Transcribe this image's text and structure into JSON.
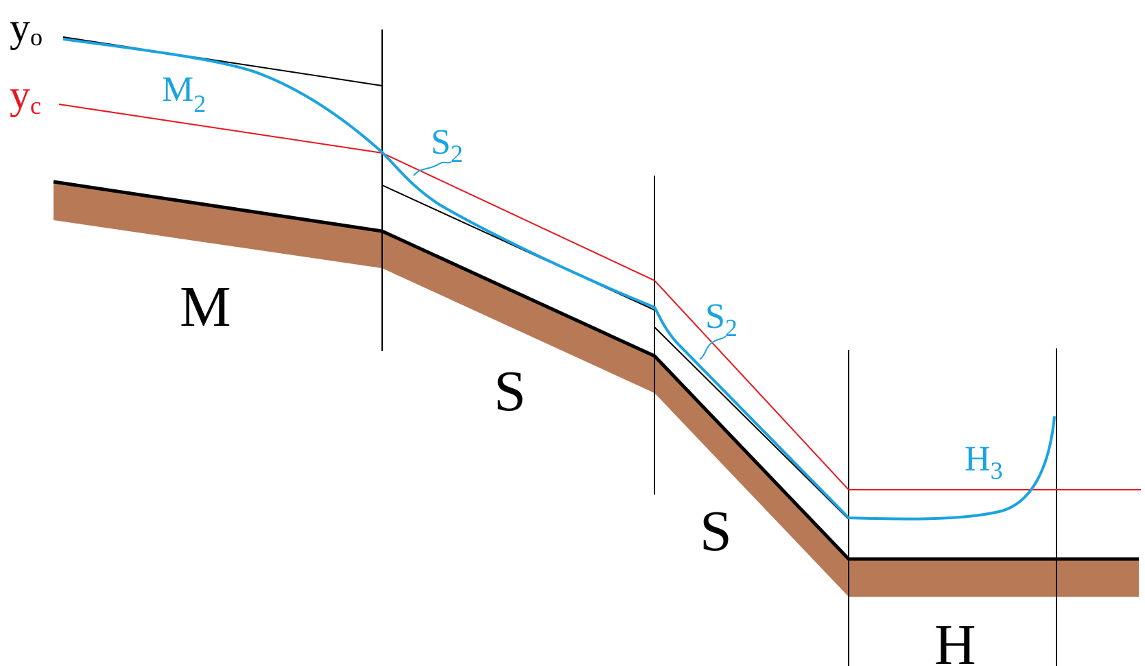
{
  "colors": {
    "bed_fill": "#b87a56",
    "bed_line": "#000000",
    "normal_depth": "#000000",
    "critical_depth": "#e8161e",
    "water_profile": "#1aa3e0",
    "text_black": "#000000"
  },
  "depth_labels": {
    "normal": {
      "base": "y",
      "sub": "o"
    },
    "critical": {
      "base": "y",
      "sub": "c"
    }
  },
  "slope_labels": {
    "mild": "M",
    "steep_1": "S",
    "steep_2": "S",
    "horizontal": "H"
  },
  "profile_labels": {
    "m2": {
      "base": "M",
      "sub": "2"
    },
    "s2_first": {
      "base": "S",
      "sub": "2"
    },
    "s2_second": {
      "base": "S",
      "sub": "2"
    },
    "h3": {
      "base": "H",
      "sub": "3"
    }
  }
}
